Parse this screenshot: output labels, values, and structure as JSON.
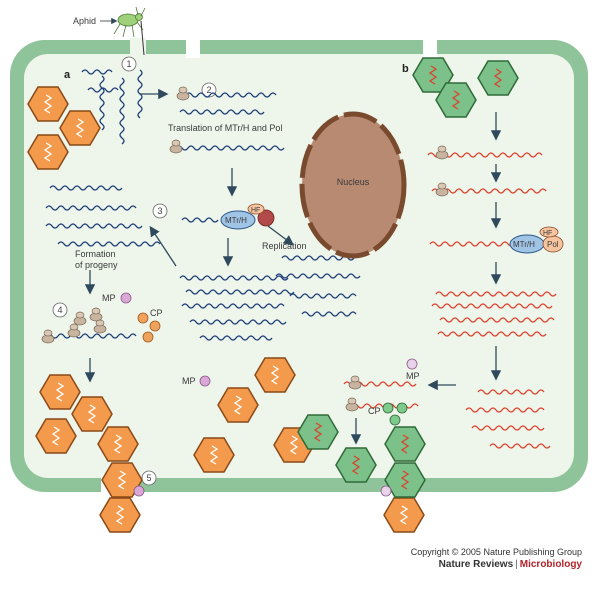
{
  "panels": {
    "a": "a",
    "b": "b"
  },
  "labels": {
    "aphid": "Aphid",
    "translation": "Translation of MTr/H and Pol",
    "nucleus": "Nucleus",
    "replication": "Replication",
    "formation_line1": "Formation",
    "formation_line2": "of progeny",
    "mp": "MP",
    "cp": "CP",
    "hf": "HF",
    "mtrh": "MTr/H",
    "pol": "Pol"
  },
  "steps": [
    "1",
    "2",
    "3",
    "4",
    "5"
  ],
  "colors": {
    "cell_wall": "#8fc49a",
    "cytoplasm": "#eef5ea",
    "virion_orange": "#f39a4c",
    "virion_green": "#7cc08a",
    "rna_blue": "#1f3f7a",
    "rna_red": "#d9442f",
    "nucleus": "#b98a72",
    "mp_particle": "#d9a8d6",
    "cp_orange": "#f0a25c",
    "cp_green": "#7ec98c",
    "ribosome": "#c9b4a0"
  },
  "credit": {
    "copyright": "Copyright © 2005 Nature Publishing Group",
    "journal": "Nature Reviews",
    "section": "Microbiology"
  }
}
